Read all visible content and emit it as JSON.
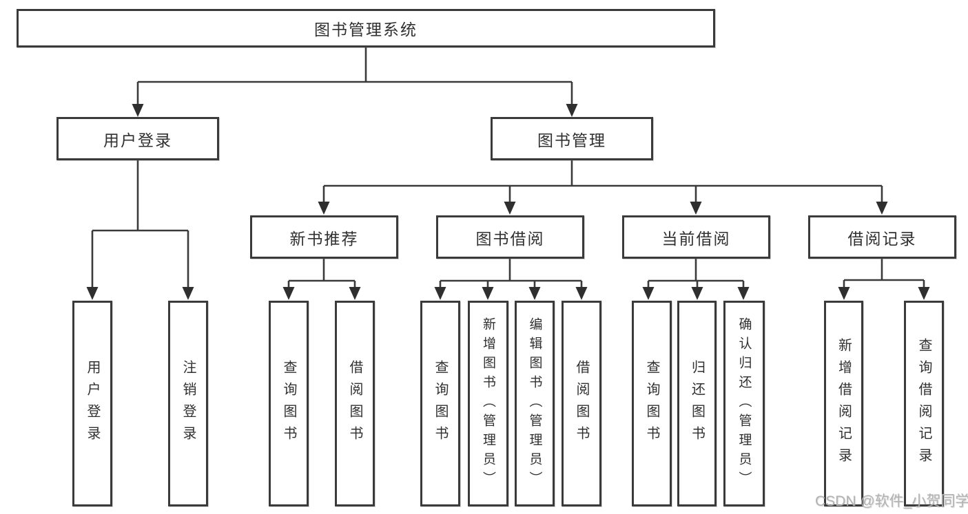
{
  "title": "图书管理系统",
  "watermark": "CSDN @软件_小贺同学",
  "colors": {
    "line": "#3a3a3a",
    "box_border": "#3a3a3a",
    "box_fill": "#ffffff",
    "text": "#303030",
    "watermark": "#b3b3b3",
    "background": "#ffffff"
  },
  "tree": {
    "root": {
      "label": "图书管理系统"
    },
    "branches": [
      {
        "label": "用户登录",
        "children": [
          {
            "label": "用户登录"
          },
          {
            "label": "注销登录"
          }
        ]
      },
      {
        "label": "图书管理",
        "children": [
          {
            "label": "新书推荐",
            "children": [
              {
                "label": "查询图书"
              },
              {
                "label": "借阅图书"
              }
            ]
          },
          {
            "label": "图书借阅",
            "children": [
              {
                "label": "查询图书"
              },
              {
                "label": "新增图书（管理员）"
              },
              {
                "label": "编辑图书（管理员）"
              },
              {
                "label": "借阅图书"
              }
            ]
          },
          {
            "label": "当前借阅",
            "children": [
              {
                "label": "查询图书"
              },
              {
                "label": "归还图书"
              },
              {
                "label": "确认归还（管理员）"
              }
            ]
          },
          {
            "label": "借阅记录",
            "children": [
              {
                "label": "新增借阅记录"
              },
              {
                "label": "查询借阅记录"
              }
            ]
          }
        ]
      }
    ]
  }
}
